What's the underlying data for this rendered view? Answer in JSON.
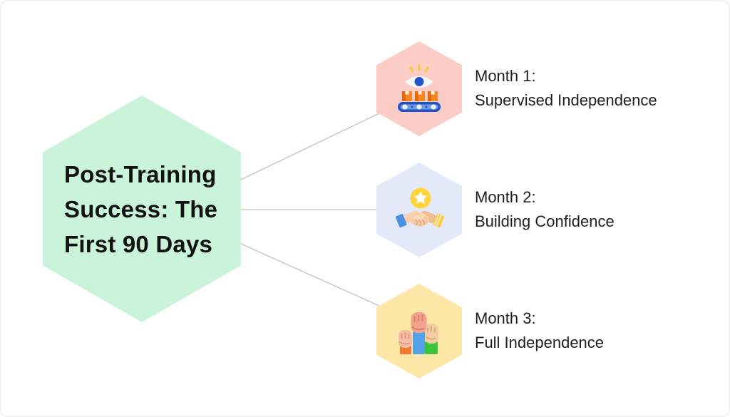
{
  "page": {
    "background": "#ffffff",
    "border_color": "#f2f2f2",
    "connector_color": "#c2c2c2"
  },
  "center_node": {
    "title": "Post-Training Success: The First 90 Days",
    "lines": [
      "Post-Training",
      "Success: The",
      "First 90 Days"
    ],
    "fill": "#caf4da",
    "text_color": "#121212"
  },
  "nodes": [
    {
      "month": "Month 1:",
      "label": "Supervised Independence",
      "fill": "#fccdc6",
      "icon": "eye-conveyor-icon"
    },
    {
      "month": "Month 2:",
      "label": "Building Confidence",
      "fill": "#e4e9f9",
      "icon": "handshake-star-icon"
    },
    {
      "month": "Month 3:",
      "label": "Full Independence",
      "fill": "#fde7a7",
      "icon": "raised-fists-icon"
    }
  ]
}
